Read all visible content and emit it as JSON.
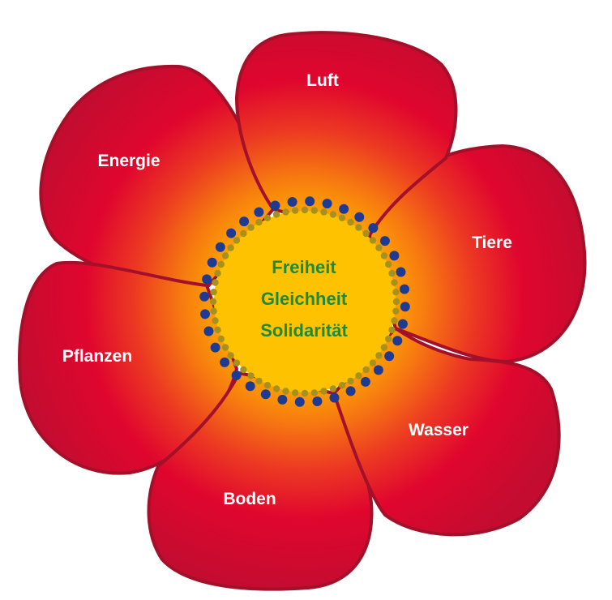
{
  "petals": [
    {
      "label": "Luft"
    },
    {
      "label": "Tiere"
    },
    {
      "label": "Wasser"
    },
    {
      "label": "Boden"
    },
    {
      "label": "Pflanzen"
    },
    {
      "label": "Energie"
    }
  ],
  "center": {
    "lines": [
      "Freiheit",
      "Gleichheit",
      "Solidarität"
    ]
  },
  "colors": {
    "petal_red": "#e0062e",
    "petal_outline": "#a3102a",
    "center_yellow": "#ffc200",
    "center_text": "#1c8a3c",
    "inner_dots": "#a6911e",
    "outer_dots": "#1f3a93",
    "label_text": "#ffffff"
  }
}
